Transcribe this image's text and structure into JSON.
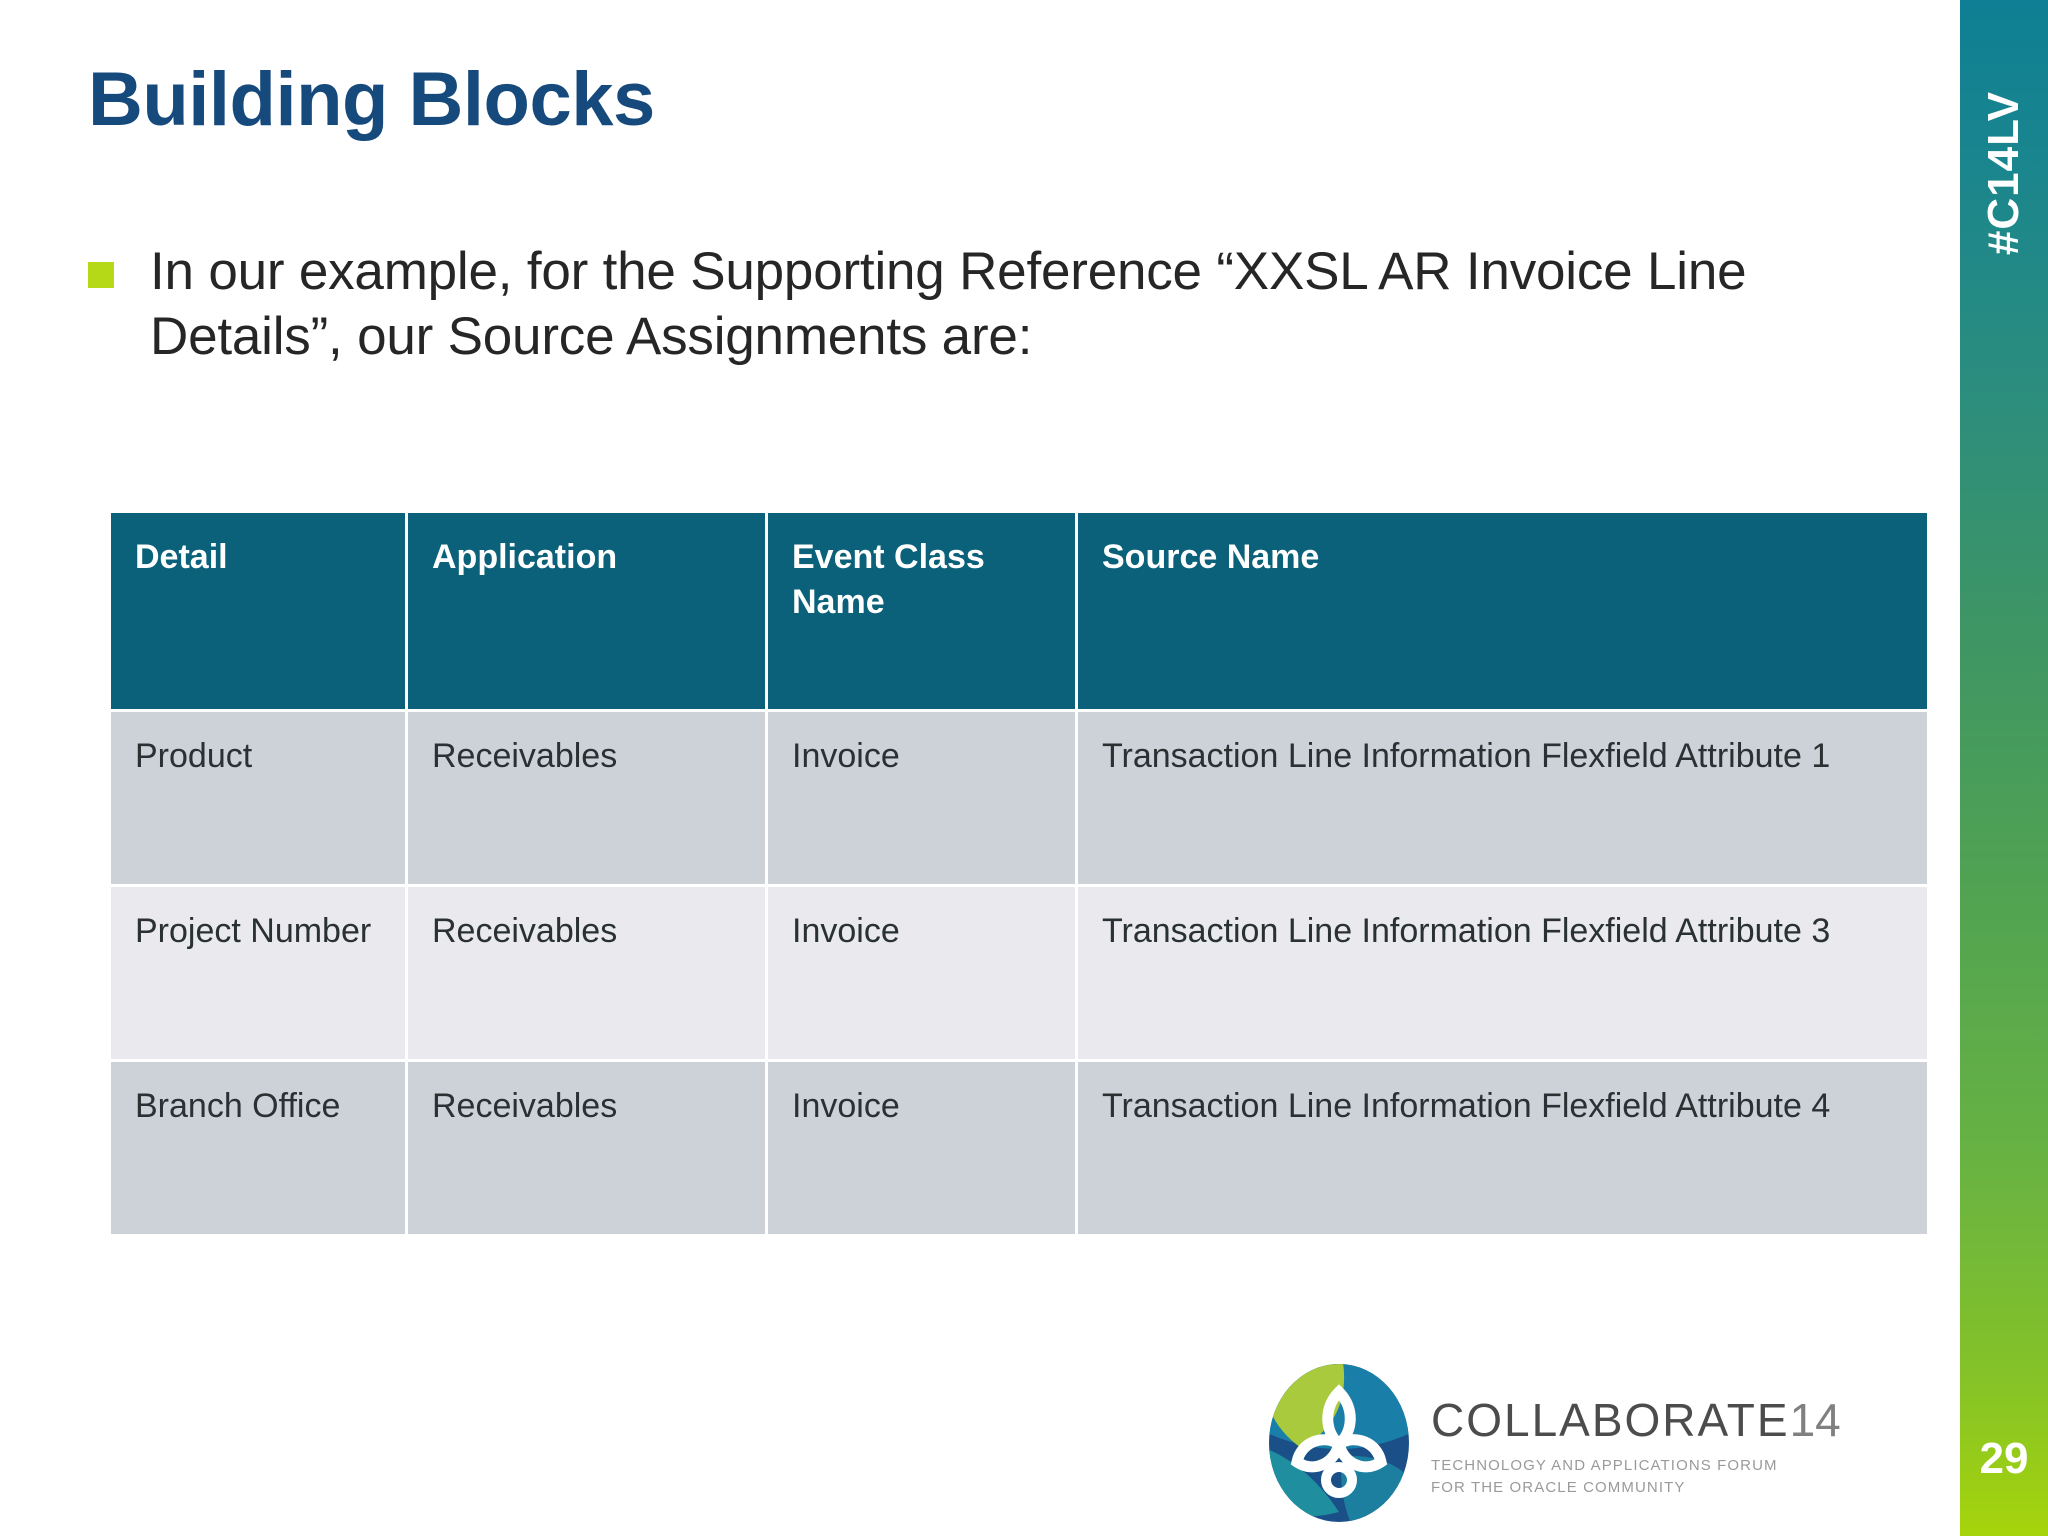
{
  "slide": {
    "title": "Building Blocks",
    "page_number": "29"
  },
  "bullet": {
    "marker_color": "#b5d916",
    "text": "In our example, for the Supporting Reference “XXSL AR Invoice Line Details”, our Source Assignments are:"
  },
  "table": {
    "header_color": "#0a6179",
    "headers": [
      "Detail",
      "Application",
      "Event Class Name",
      "Source Name"
    ],
    "rows": [
      {
        "detail": "Product",
        "application": "Receivables",
        "event_class_name": "Invoice",
        "source_name": "Transaction Line Information Flexfield Attribute 1"
      },
      {
        "detail": "Project Number",
        "application": "Receivables",
        "event_class_name": "Invoice",
        "source_name": "Transaction Line Information Flexfield Attribute 3"
      },
      {
        "detail": "Branch Office",
        "application": "Receivables",
        "event_class_name": "Invoice",
        "source_name": "Transaction Line Information Flexfield Attribute 4"
      }
    ]
  },
  "logo": {
    "wordmark": "COLLABORATE",
    "year": "14",
    "tagline_line1": "TECHNOLOGY AND APPLICATIONS FORUM",
    "tagline_line2": "FOR THE ORACLE COMMUNITY"
  },
  "rail": {
    "hashtag": "#C14LV",
    "gradient_top": "#0e7f94",
    "gradient_bottom": "#a6d40b"
  }
}
